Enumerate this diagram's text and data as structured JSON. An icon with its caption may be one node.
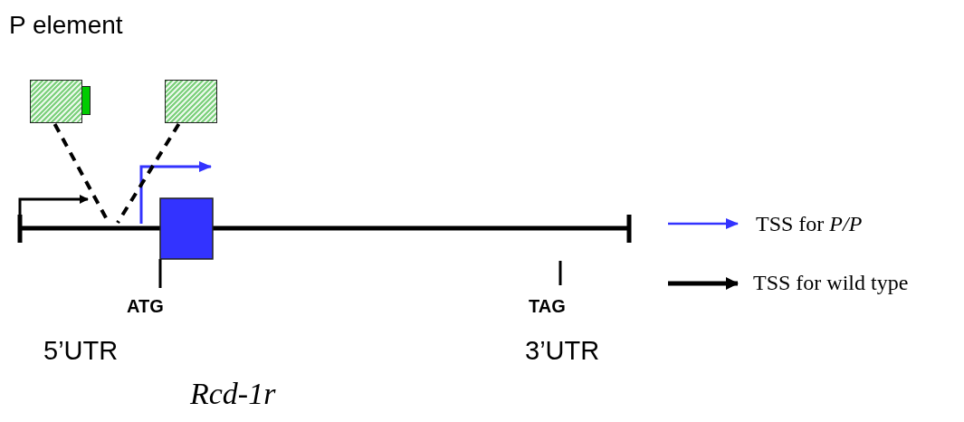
{
  "diagram": {
    "title": "P element",
    "nodes": [
      {
        "text": [],
        "shape": "box"
      },
      {
        "text": [],
        "shape": "box"
      }
    ],
    "edges": [
      {
        "from": 0,
        "to": null,
        "arrow": "none",
        "style": "dashed"
      },
      {
        "from": 1,
        "to": null,
        "arrow": "none",
        "style": "dashed"
      }
    ],
    "labels": [
      "ATG",
      "TAG",
      "5’UTR",
      "3’UTR"
    ],
    "caption": "Rcd-1r",
    "legend": [
      {
        "text": "TSS for *P/P*"
      },
      {
        "text": "TSS for wild type"
      }
    ]
  }
}
